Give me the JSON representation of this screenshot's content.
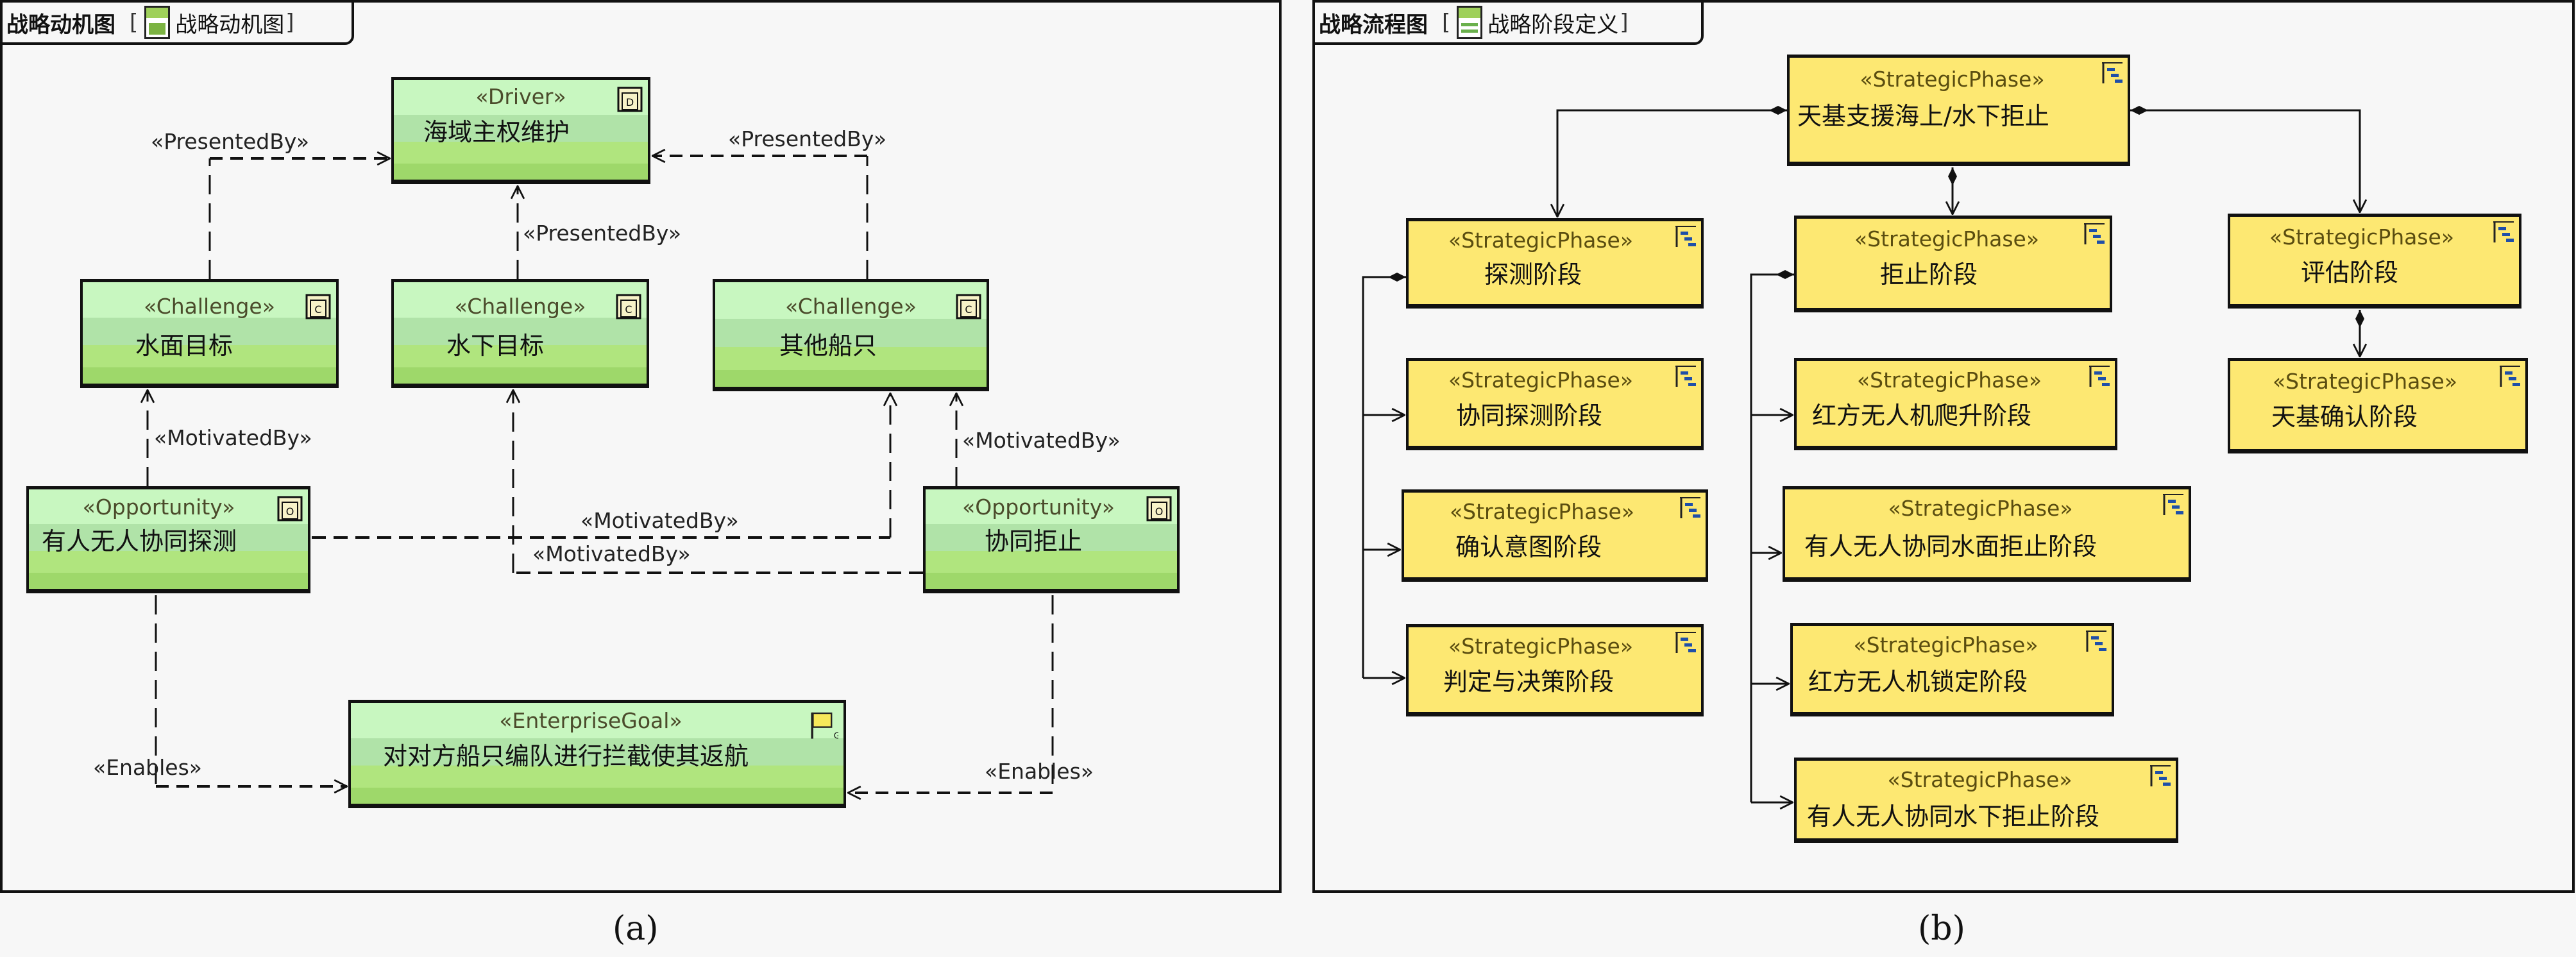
{
  "panels": {
    "left": {
      "frame_title": "战略动机图",
      "diagram_name": "战略动机图",
      "diagram_icon": "motivation-diagram-icon",
      "caption": "(a)"
    },
    "right": {
      "frame_title": "战略流程图",
      "diagram_name": "战略阶段定义",
      "diagram_icon": "phase-definition-diagram-icon",
      "caption": "(b)"
    }
  },
  "motivation": {
    "nodes": {
      "driver": {
        "stereotype": "«Driver»",
        "name": "海域主权维护",
        "icon": "driver-icon"
      },
      "challenge1": {
        "stereotype": "«Challenge»",
        "name": "水面目标",
        "icon": "challenge-icon"
      },
      "challenge2": {
        "stereotype": "«Challenge»",
        "name": "水下目标",
        "icon": "challenge-icon"
      },
      "challenge3": {
        "stereotype": "«Challenge»",
        "name": "其他船只",
        "icon": "challenge-icon"
      },
      "opportunity1": {
        "stereotype": "«Opportunity»",
        "name": "有人无人协同探测",
        "icon": "opportunity-icon"
      },
      "opportunity2": {
        "stereotype": "«Opportunity»",
        "name": "协同拒止",
        "icon": "opportunity-icon"
      },
      "goal": {
        "stereotype": "«EnterpriseGoal»",
        "name": "对对方船只编队进行拦截使其返航",
        "icon": "goal-flag-icon"
      }
    },
    "edges": {
      "presented_left": "«PresentedBy»",
      "presented_mid": "«PresentedBy»",
      "presented_right": "«PresentedBy»",
      "motivated_left": "«MotivatedBy»",
      "motivated_right": "«MotivatedBy»",
      "motivated_cross_upper": "«MotivatedBy»",
      "motivated_cross_lower": "«MotivatedBy»",
      "enables_left": "«Enables»",
      "enables_right": "«Enables»"
    }
  },
  "phases": {
    "stereotype": "«StrategicPhase»",
    "root": "天基支援海上/水下拒止",
    "detect": "探测阶段",
    "deny": "拒止阶段",
    "assess": "评估阶段",
    "coop_detect": "协同探测阶段",
    "red_climb": "红方无人机爬升阶段",
    "sat_confirm": "天基确认阶段",
    "confirm_intent": "确认意图阶段",
    "surface_deny": "有人无人协同水面拒止阶段",
    "judge_decide": "判定与决策阶段",
    "red_lock": "红方无人机锁定阶段",
    "underwater_deny": "有人无人协同水下拒止阶段"
  },
  "colors": {
    "motivation_fill": "#c8f7c0",
    "phase_fill": "#fde872",
    "border": "#111111",
    "background": "#f7f7f7"
  }
}
